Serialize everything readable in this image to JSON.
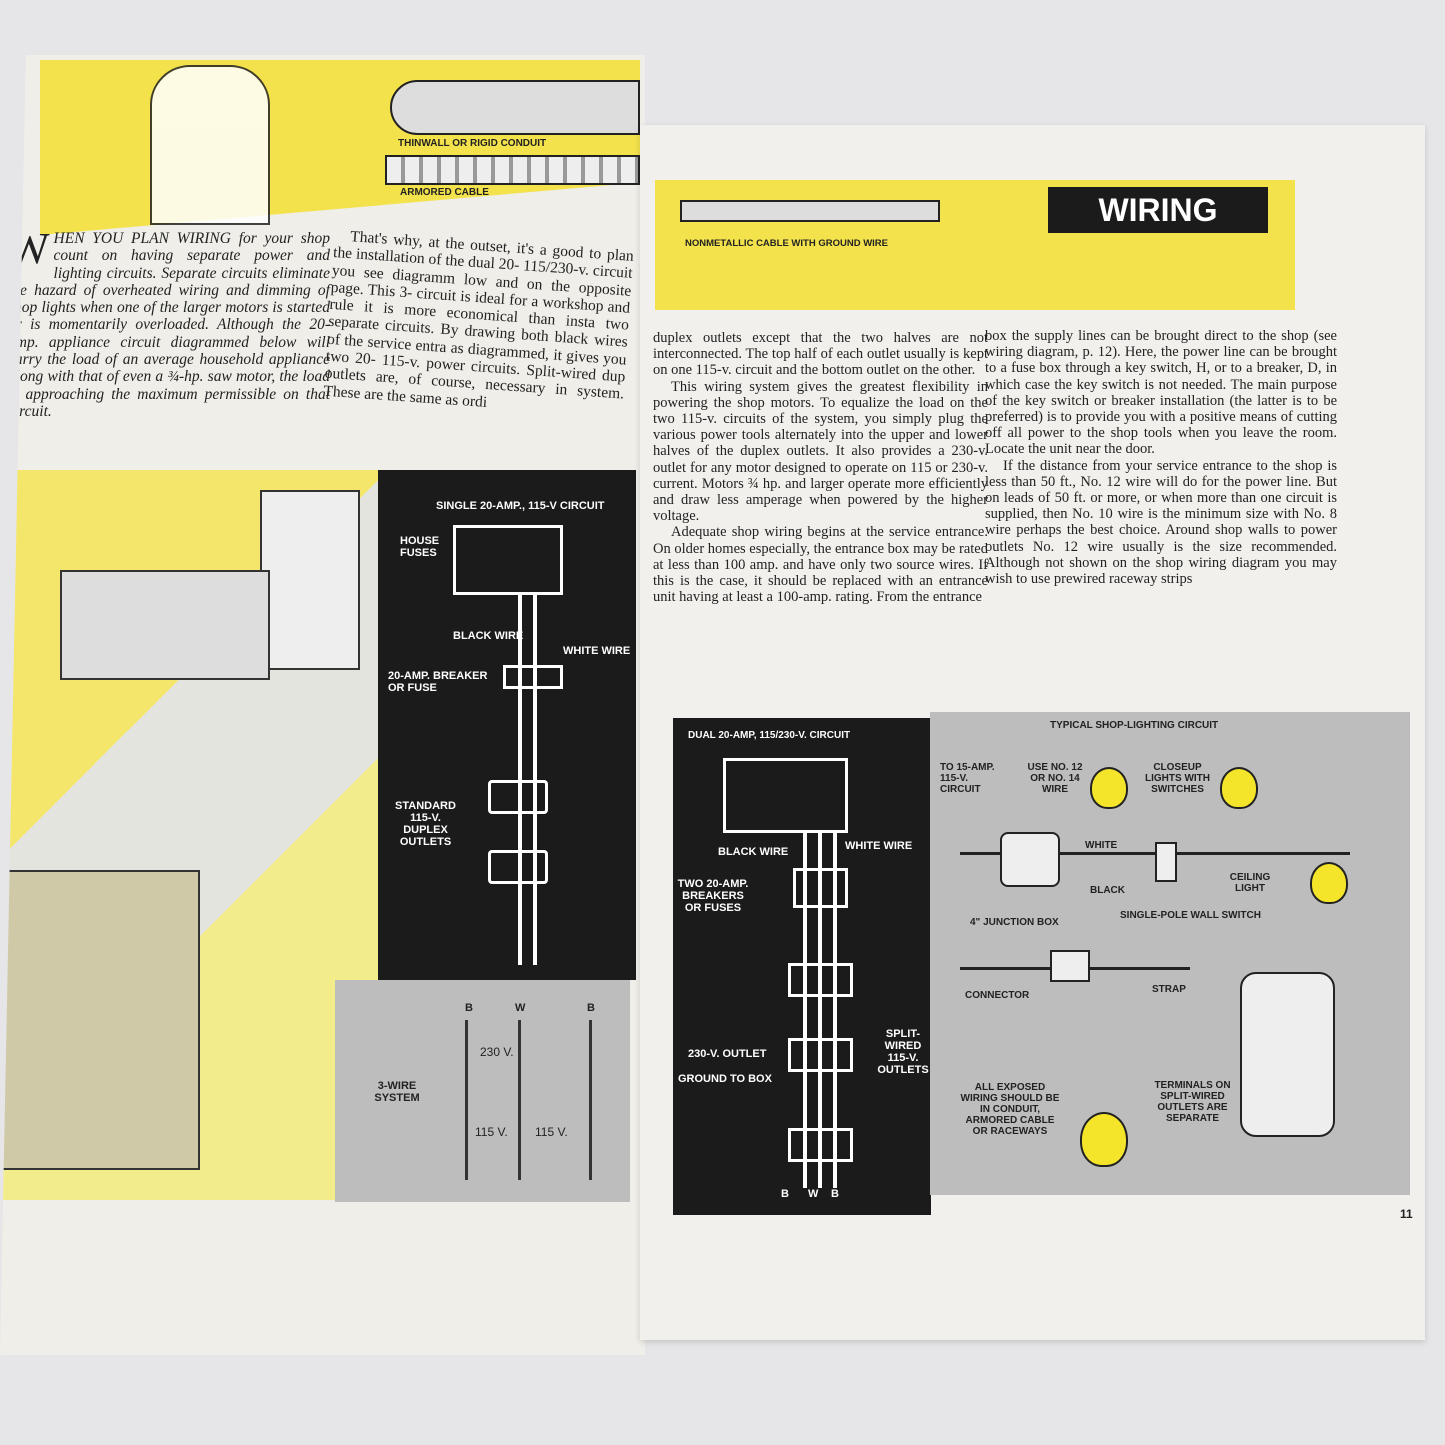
{
  "left_page": {
    "banner_labels": [
      "THINWALL OR RIGID CONDUIT",
      "ARMORED CABLE"
    ],
    "col1": {
      "drop_cap": "W",
      "lead": "HEN YOU PLAN WIRING",
      "text": " for your shop count on having separate power and lighting circuits. Separate circuits eliminate the hazard of overheated wiring and dimming of shop lights when one of the larger motors is started or is momentarily overloaded. Although the 20-amp. appliance circuit diagrammed below will carry the load of an average household appliance along with that of even a ¾-hp. saw motor, the load is approaching the maximum permissible on that circuit."
    },
    "col2": "That's why, at the outset, it's a good to plan the installation of the dual 20- 115/230-v. circuit you see diagramm low and on the opposite page. This 3- circuit is ideal for a workshop and rule it is more economical than insta two separate circuits. By drawing both black wires of the service entra as diagrammed, it gives you two 20- 115-v. power circuits. Split-wired dup outlets are, of course, necessary in system. These are the same as ordi",
    "diagram": {
      "title": "SINGLE 20-AMP., 115-V CIRCUIT",
      "labels": [
        "HOUSE FUSES",
        "BLACK WIRE",
        "WHITE WIRE",
        "20-AMP. BREAKER OR FUSE",
        "STANDARD 115-V. DUPLEX OUTLETS"
      ]
    },
    "three_wire": {
      "label": "3-WIRE SYSTEM",
      "letters": [
        "B",
        "W",
        "B"
      ],
      "v230": "230 V.",
      "v115a": "115 V.",
      "v115b": "115 V."
    }
  },
  "right_page": {
    "banner_label": "NONMETALLIC CABLE WITH GROUND WIRE",
    "section_title": "WIRING",
    "col1": [
      "duplex outlets except that the two halves are not interconnected. The top half of each outlet usually is kept on one 115-v. circuit and the bottom outlet on the other.",
      "This wiring system gives the greatest flexibility in powering the shop motors. To equalize the load on the two 115-v. circuits of the system, you simply plug the various power tools alternately into the upper and lower halves of the duplex outlets. It also provides a 230-v. outlet for any motor designed to operate on 115 or 230-v. current. Motors ¾ hp. and larger operate more efficiently and draw less amperage when powered by the higher voltage.",
      "Adequate shop wiring begins at the service entrance. On older homes especially, the entrance box may be rated at less than 100 amp. and have only two source wires. If this is the case, it should be replaced with an entrance unit having at least a 100-amp. rating. From the entrance"
    ],
    "col2": [
      "box the supply lines can be brought direct to the shop (see wiring diagram, p. 12). Here, the power line can be brought to a fuse box through a key switch, H, or to a breaker, D, in which case the key switch is not needed. The main purpose of the key switch or breaker installation (the latter is to be preferred) is to provide you with a positive means of cutting off all power to the shop tools when you leave the room. Locate the unit near the door.",
      "If the distance from your service entrance to the shop is less than 50 ft., No. 12 wire will do for the power line. But on leads of 50 ft. or more, or when more than one circuit is supplied, then No. 10 wire is the minimum size with No. 8 wire perhaps the best choice. Around shop walls to power outlets No. 12 wire usually is the size recommended. Although not shown on the shop wiring diagram you may wish to use prewired raceway strips"
    ],
    "dual": {
      "title": "DUAL 20-AMP, 115/230-V. CIRCUIT",
      "labels": [
        "BLACK WIRE",
        "WHITE WIRE",
        "TWO 20-AMP. BREAKERS OR FUSES",
        "SPLIT-WIRED 115-V. OUTLETS",
        "230-V. OUTLET",
        "GROUND TO BOX"
      ],
      "letters": [
        "B",
        "W",
        "B"
      ]
    },
    "lighting": {
      "title": "TYPICAL SHOP-LIGHTING CIRCUIT",
      "labels": [
        "TO 15-AMP. 115-V. CIRCUIT",
        "USE No. 12 OR No. 14 WIRE",
        "CLOSEUP LIGHTS WITH SWITCHES",
        "WHITE",
        "BLACK",
        "CEILING LIGHT",
        "4\" JUNCTION BOX",
        "SINGLE-POLE WALL SWITCH",
        "CONNECTOR",
        "STRAP",
        "ALL EXPOSED WIRING SHOULD BE IN CONDUIT, ARMORED CABLE OR RACEWAYS",
        "TERMINALS ON SPLIT-WIRED OUTLETS ARE SEPARATE"
      ]
    },
    "page_number": "11"
  },
  "colors": {
    "yellow": "#f3e24c",
    "black": "#1b1b1b",
    "gray": "#bdbdbd"
  }
}
